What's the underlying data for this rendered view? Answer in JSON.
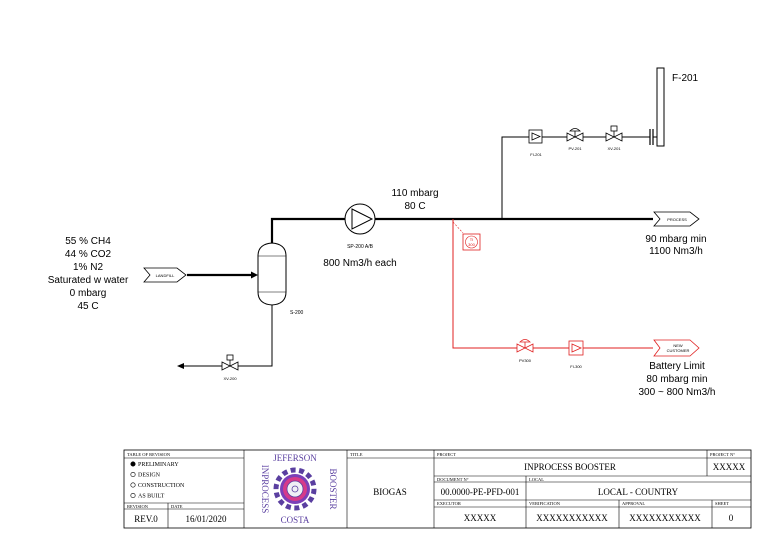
{
  "diagram": {
    "flare": {
      "tag": "F-201"
    },
    "feed": {
      "composition": [
        "55 % CH4",
        "44 % CO2",
        "1% N2",
        "Saturated w water",
        "0 mbarg",
        "45 C"
      ],
      "landfill_label": "LANDFILL"
    },
    "separator": {
      "tag": "S-200"
    },
    "drain_valve": {
      "tag": "XV-200"
    },
    "compressor": {
      "tag": "SP-200 A/B",
      "capacity": "800 Nm3/h each"
    },
    "discharge": {
      "pressure": "110 mbarg",
      "temperature": "80 C"
    },
    "flare_branch": {
      "fi": "FI-201",
      "pv": "PV-201",
      "xv": "XV-201"
    },
    "process_outlet": {
      "label": "PROCESS",
      "pressure": "90 mbarg min",
      "flow": "1100 Nm3/h"
    },
    "temp_indicator": {
      "tag_top": "TI",
      "tag_bottom": "300"
    },
    "new_customer_branch": {
      "pv": "PV300",
      "fi": "FI-300",
      "label_line1": "NEW",
      "label_line2": "CUSTOMER",
      "note_line1": "Battery Limit",
      "note_line2": "80 mbarg min",
      "note_line3": "300 ~ 800 Nm3/h"
    },
    "colors": {
      "main": "#000000",
      "new_line": "#e02020",
      "logo": "#5a3fa0"
    }
  },
  "title_block": {
    "revision_table_header": "TABLE OF REVISION",
    "statuses": [
      "PRELIMINARY",
      "DESIGN",
      "CONSTRUCTION",
      "AS BUILT"
    ],
    "selected_status": "PRELIMINARY",
    "revision_label": "REVISION",
    "date_label": "DATE",
    "revision_value": "REV.0",
    "date_value": "16/01/2020",
    "logo_top": "JEFERSON",
    "logo_left": "INPROCESS",
    "logo_right": "BOOSTER",
    "logo_bottom": "COSTA",
    "title_label": "TITLE",
    "title_value": "BIOGAS",
    "project_label": "PROJECT",
    "project_value": "INPROCESS BOOSTER",
    "project_no_label": "PROJECT N°",
    "project_no_value": "XXXXX",
    "document_label": "DOCUMENT N°",
    "document_value": "00.0000-PE-PFD-001",
    "local_label": "LOCAL",
    "local_value": "LOCAL - COUNTRY",
    "executor_label": "EXECUTOR",
    "executor_value": "XXXXX",
    "verification_label": "VERIFICATION",
    "verification_value": "XXXXXXXXXXX",
    "approval_label": "APPROVAL",
    "approval_value": "XXXXXXXXXXX",
    "sheet_label": "SHEET",
    "sheet_value": "0"
  }
}
